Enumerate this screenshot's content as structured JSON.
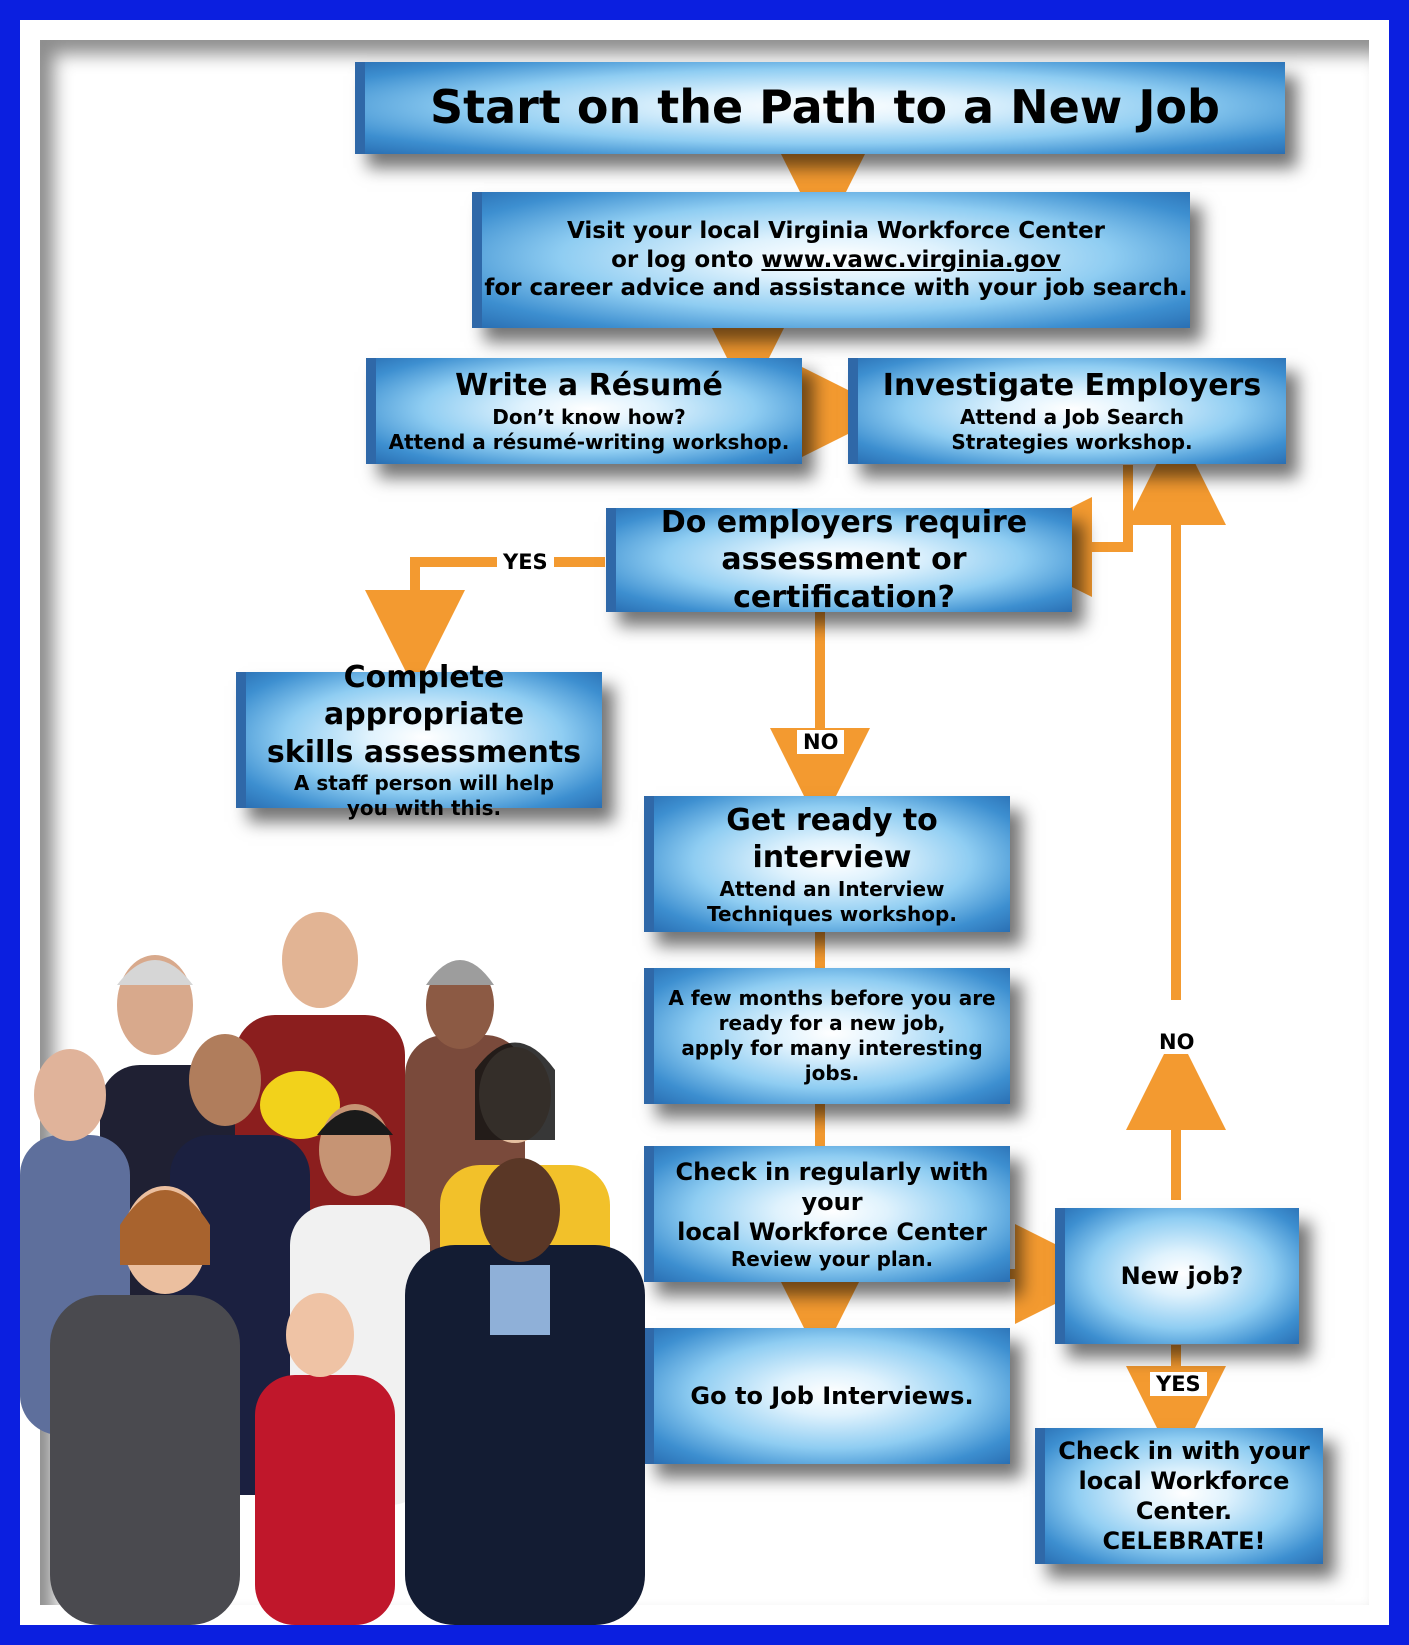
{
  "colors": {
    "border": "#0b1fe0",
    "arrow": "#f39a30",
    "box_edge": "#2a6fb3"
  },
  "title": "Start on the Path to a New Job",
  "visit": {
    "line1": "Visit your local Virginia Workforce Center",
    "line2_prefix": "or log onto ",
    "link": "www.vawc.virginia.gov",
    "line3": "for career advice and assistance with your job search."
  },
  "resume": {
    "heading": "Write a Résumé",
    "line1": "Don’t know how?",
    "line2": "Attend a résumé-writing workshop."
  },
  "investigate": {
    "heading": "Investigate Employers",
    "line1": "Attend a Job Search",
    "line2": "Strategies workshop."
  },
  "decision": {
    "line1": "Do employers require",
    "line2": "assessment or certification?"
  },
  "assess": {
    "heading1": "Complete appropriate",
    "heading2": "skills assessments",
    "line1": "A staff person will help",
    "line2": "you with this."
  },
  "interview_prep": {
    "heading": "Get ready to interview",
    "line1": "Attend an Interview",
    "line2": "Techniques workshop."
  },
  "apply": {
    "line1": "A few months before you are",
    "line2": "ready for a new job,",
    "line3": "apply for many interesting jobs."
  },
  "checkin": {
    "line1": "Check in regularly with your",
    "line2": "local Workforce Center",
    "line3": "Review your plan."
  },
  "go_interviews": "Go to Job Interviews.",
  "new_job": "New job?",
  "celebrate": {
    "line1": "Check in with your",
    "line2": "local Workforce Center.",
    "line3": "CELEBRATE!"
  },
  "labels": {
    "yes_left": "YES",
    "no_down": "NO",
    "no_right": "NO",
    "yes_down": "YES"
  }
}
